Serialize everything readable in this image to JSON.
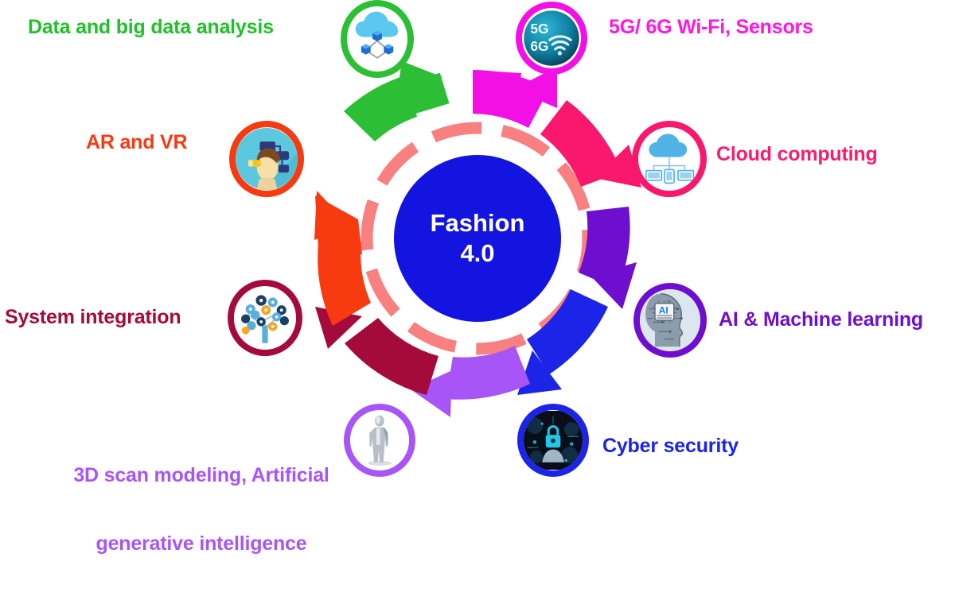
{
  "center": {
    "title_line1": "Fashion",
    "title_line2": "4.0",
    "fill_color": "#1414E0",
    "text_color": "#FFFFFF",
    "ring_color": "#F98080"
  },
  "diagram": {
    "type": "hub-and-spoke-wheel",
    "segment_count": 8,
    "background": "#FFFFFF"
  },
  "nodes": [
    {
      "id": "data-big-data",
      "label": "Data and big data analysis",
      "color": "#22C02A",
      "icon": "cloud-data-nodes-icon",
      "position": "top-left-of-top",
      "angle_deg": -68
    },
    {
      "id": "5g-6g",
      "label": "5G/ 6G Wi-Fi, Sensors",
      "color": "#FF17E4",
      "icon": "5g-6g-wifi-sphere-icon",
      "position": "top-right-of-top",
      "angle_deg": -22
    },
    {
      "id": "cloud-computing",
      "label": "Cloud computing",
      "color": "#F91D6E",
      "icon": "cloud-devices-icon",
      "position": "right-upper",
      "angle_deg": 23
    },
    {
      "id": "ai-ml",
      "label": "AI & Machine learning",
      "color": "#6E0FD0",
      "icon": "ai-circuit-head-icon",
      "position": "right-lower",
      "angle_deg": 68
    },
    {
      "id": "cyber-security",
      "label": "Cyber security",
      "color": "#1C24E8",
      "icon": "padlock-cyber-icon",
      "position": "bottom-right",
      "angle_deg": 112
    },
    {
      "id": "3d-scan",
      "label": "3D scan modeling, Artificial\ngenerative intelligence",
      "label_line1": "3D scan modeling, Artificial",
      "label_line2": "generative intelligence",
      "color": "#A855F7",
      "icon": "3d-body-mannequin-icon",
      "position": "bottom-left",
      "angle_deg": 157
    },
    {
      "id": "system-integration",
      "label": "System integration",
      "color": "#A40B3C",
      "icon": "network-tree-icon",
      "position": "left-lower",
      "angle_deg": 202
    },
    {
      "id": "ar-vr",
      "label": "AR and VR",
      "color": "#F83A10",
      "icon": "vr-headset-person-icon",
      "position": "left-upper",
      "angle_deg": 247
    }
  ]
}
